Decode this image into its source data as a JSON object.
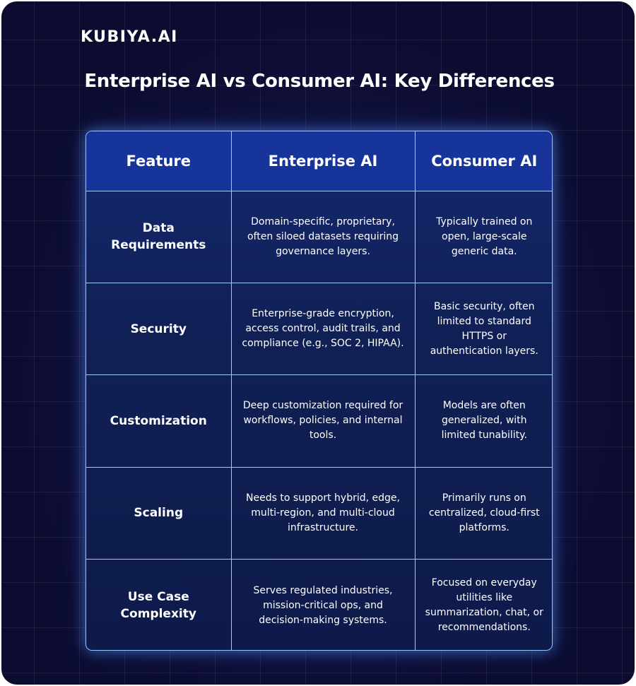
{
  "brand": {
    "logo_text": "KUBIYA.AI"
  },
  "title": "Enterprise AI vs Consumer AI: Key Differences",
  "table": {
    "headers": [
      "Feature",
      "Enterprise AI",
      "Consumer AI"
    ],
    "rows": [
      {
        "feature": "Data Requirements",
        "enterprise": "Domain-specific, proprietary, often siloed datasets requiring governance layers.",
        "consumer": "Typically trained on open, large-scale generic data."
      },
      {
        "feature": "Security",
        "enterprise": "Enterprise-grade encryption, access control, audit trails, and compliance (e.g., SOC 2, HIPAA).",
        "consumer": "Basic security, often limited to standard HTTPS or authentication layers."
      },
      {
        "feature": "Customization",
        "enterprise": "Deep customization required for workflows, policies, and internal tools.",
        "consumer": "Models are often generalized, with limited tunability."
      },
      {
        "feature": "Scaling",
        "enterprise": "Needs to support hybrid, edge, multi-region, and multi-cloud infrastructure.",
        "consumer": "Primarily runs on centralized, cloud-first platforms."
      },
      {
        "feature": "Use Case Complexity",
        "enterprise": "Serves regulated industries, mission-critical ops, and decision-making systems.",
        "consumer": "Focused on everyday utilities like summarization, chat, or recommendations."
      }
    ]
  },
  "colors": {
    "background": "#0c0c30",
    "table_border": "#9fc8ff",
    "header_fill": "#16349a",
    "text": "#ffffff"
  }
}
